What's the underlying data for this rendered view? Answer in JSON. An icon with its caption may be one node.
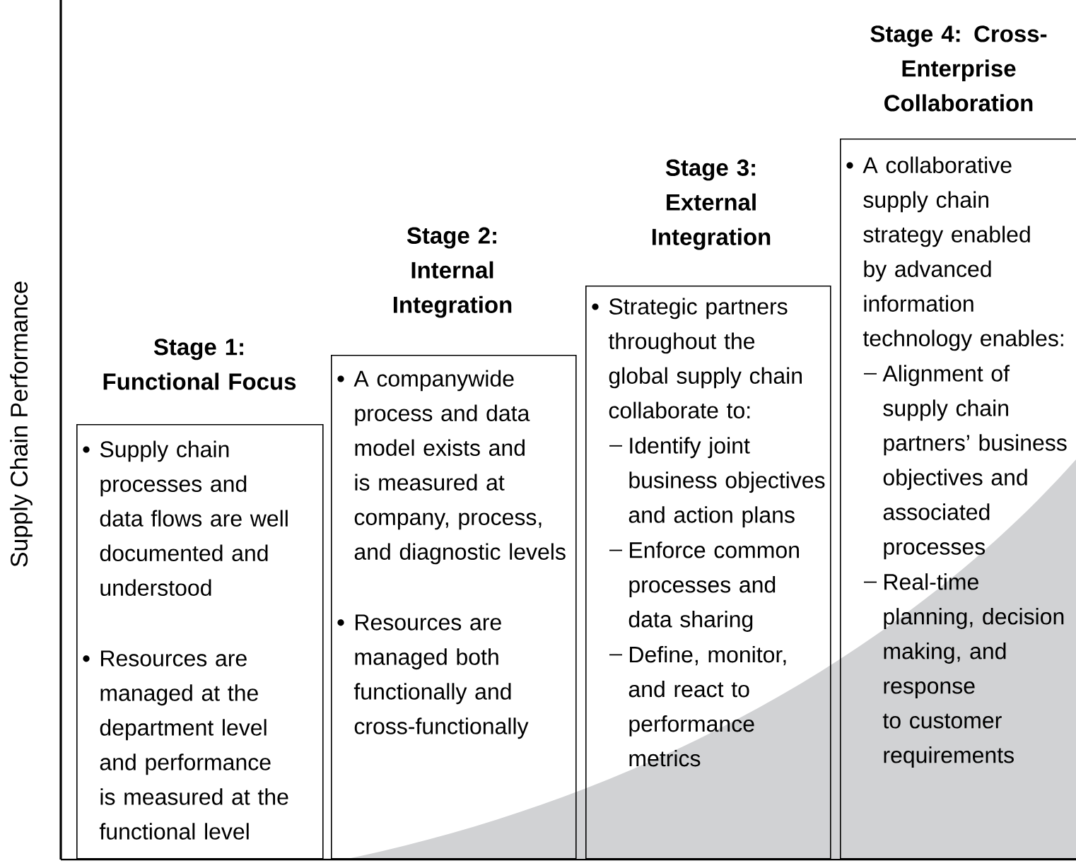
{
  "diagram": {
    "nodes": [
      {
        "text": [
          "Stage 1: Functional Focus",
          "Supply chain processes and data flows are well documented and understood",
          "Resources are managed at the department level and performance is measured at the functional level"
        ]
      },
      {
        "text": [
          "Stage 2: Internal Integration",
          "A companywide process and data model exists and is measured at company, process, and diagnostic levels",
          "Resources are managed both functionally and cross-functionally"
        ]
      },
      {
        "text": [
          "Stage 3: External Integration",
          "Strategic partners throughout the global supply chain collaborate to:",
          "Identify joint business objectives and action plans",
          "Enforce common processes and data sharing",
          "Define, monitor, and react to performance metrics"
        ]
      },
      {
        "text": [
          "Stage 4: Cross-Enterprise Collaboration",
          "A collaborative supply chain strategy enabled by advanced information technology enables:",
          "Alignment of supply chain partners’ business objectives and associated processes",
          "Real-time planning, decision making, and response to customer requirements"
        ]
      }
    ],
    "labels": [
      "Supply Chain Performance"
    ]
  }
}
